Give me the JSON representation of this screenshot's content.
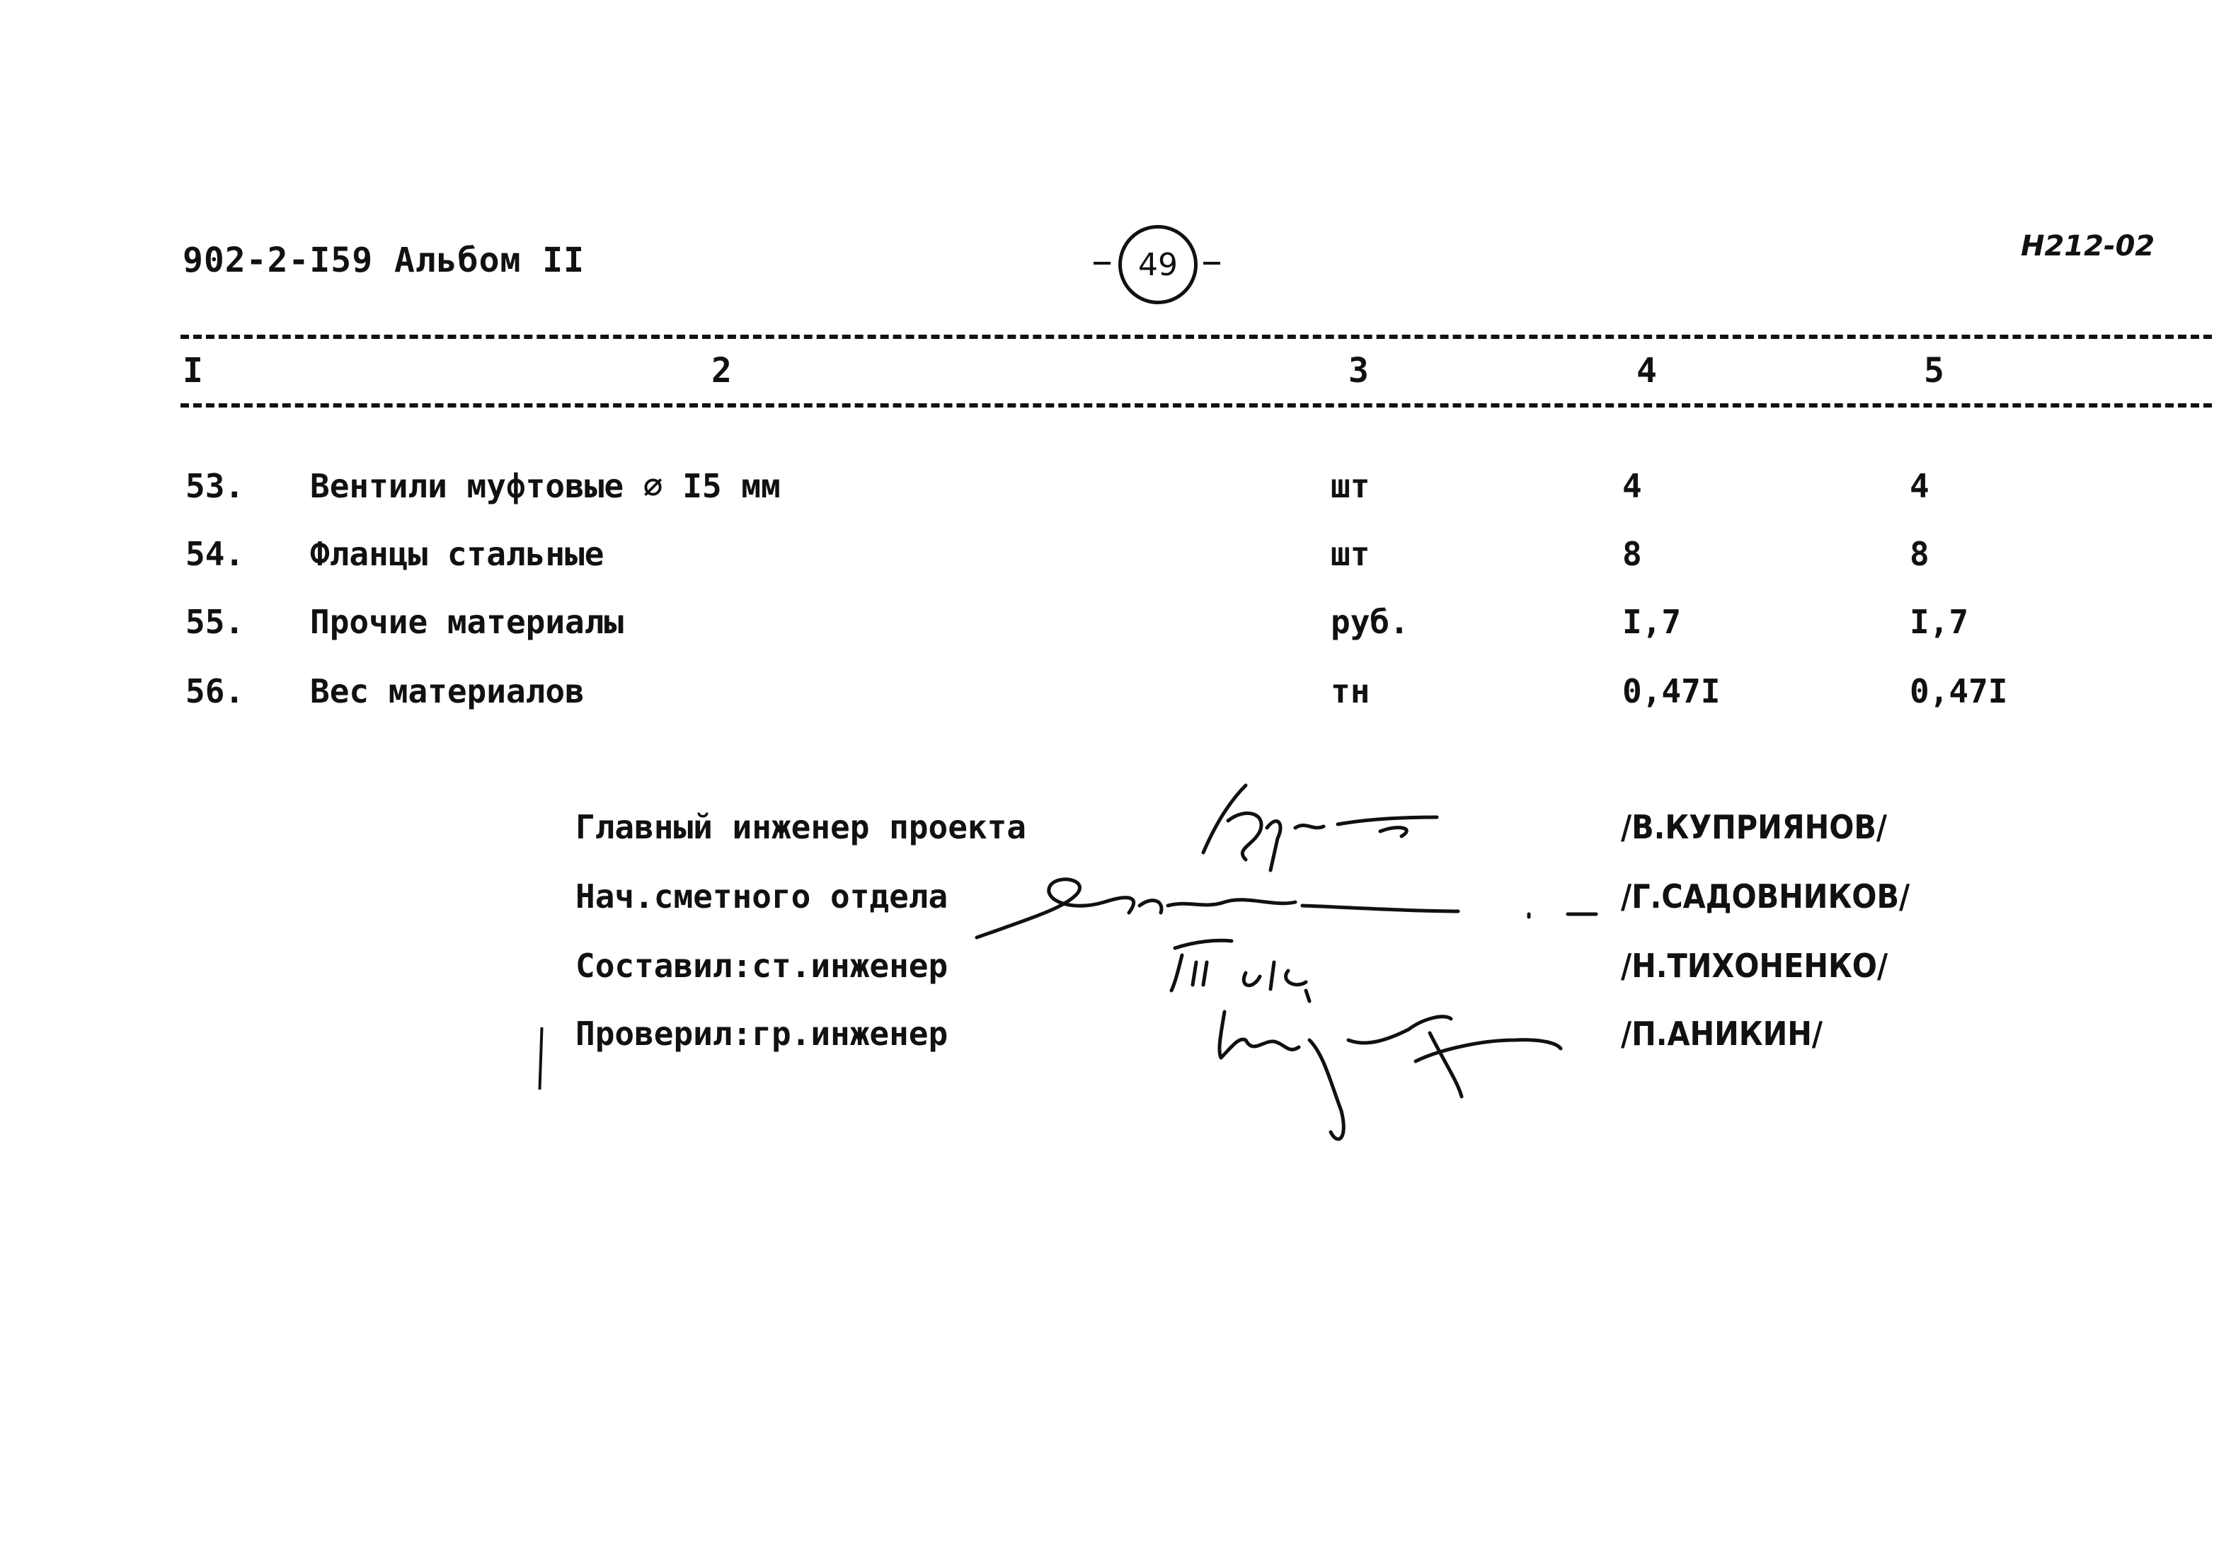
{
  "header": {
    "doc_code": "902-2-I59  Альбом II",
    "page_number": "49",
    "archive_code": "Н212-02"
  },
  "columns": [
    "I",
    "2",
    "3",
    "4",
    "5"
  ],
  "rows": [
    {
      "num": "53.",
      "name": "Вентили муфтовые ∅ I5 мм",
      "unit": "шт",
      "v4": "4",
      "v5": "4"
    },
    {
      "num": "54.",
      "name": "Фланцы стальные",
      "unit": "шт",
      "v4": "8",
      "v5": "8"
    },
    {
      "num": "55.",
      "name": "Прочие материалы",
      "unit": "руб.",
      "v4": "I,7",
      "v5": "I,7"
    },
    {
      "num": "56.",
      "name": "Вес материалов",
      "unit": "тн",
      "v4": "0,47I",
      "v5": "0,47I"
    }
  ],
  "signatures": [
    {
      "role": "Главный инженер проекта",
      "name": "/В.КУПРИЯНОВ/"
    },
    {
      "role": "Нач.сметного отдела",
      "name": "/Г.САДОВНИКОВ/"
    },
    {
      "role": "Составил:ст.инженер",
      "name": "/Н.ТИХОНЕНКО/"
    },
    {
      "role": "Проверил:гр.инженер",
      "name": "/П.АНИКИН/"
    }
  ]
}
